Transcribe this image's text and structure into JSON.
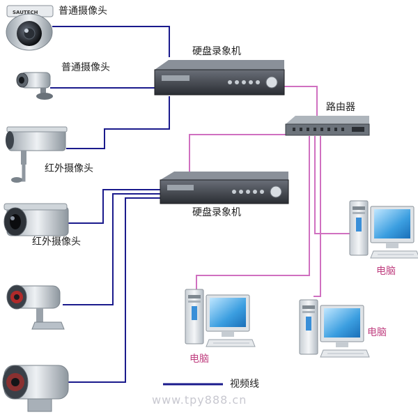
{
  "labels": {
    "camera_normal_1": "普通摄像头",
    "camera_normal_2": "普通摄像头",
    "camera_ir_1": "红外摄像头",
    "camera_ir_2": "红外摄像头",
    "dvr_1": "硬盘录象机",
    "dvr_2": "硬盘录象机",
    "router": "路由器",
    "pc_1": "电脑",
    "pc_2": "电脑",
    "pc_3": "电脑",
    "legend_video_line": "视频线"
  },
  "watermark": "www.tpy888.cn",
  "colors": {
    "video_line": "#1a1a8c",
    "network_line": "#d070c0",
    "label_pink": "#c04080",
    "label_dark": "#222222"
  },
  "icons": {
    "camera_normal_1": "dome-camera-icon",
    "camera_normal_2": "bullet-camera-icon",
    "camera_ir": "infrared-camera-icon",
    "dvr": "dvr-icon",
    "router": "router-icon",
    "pc": "desktop-computer-icon"
  }
}
